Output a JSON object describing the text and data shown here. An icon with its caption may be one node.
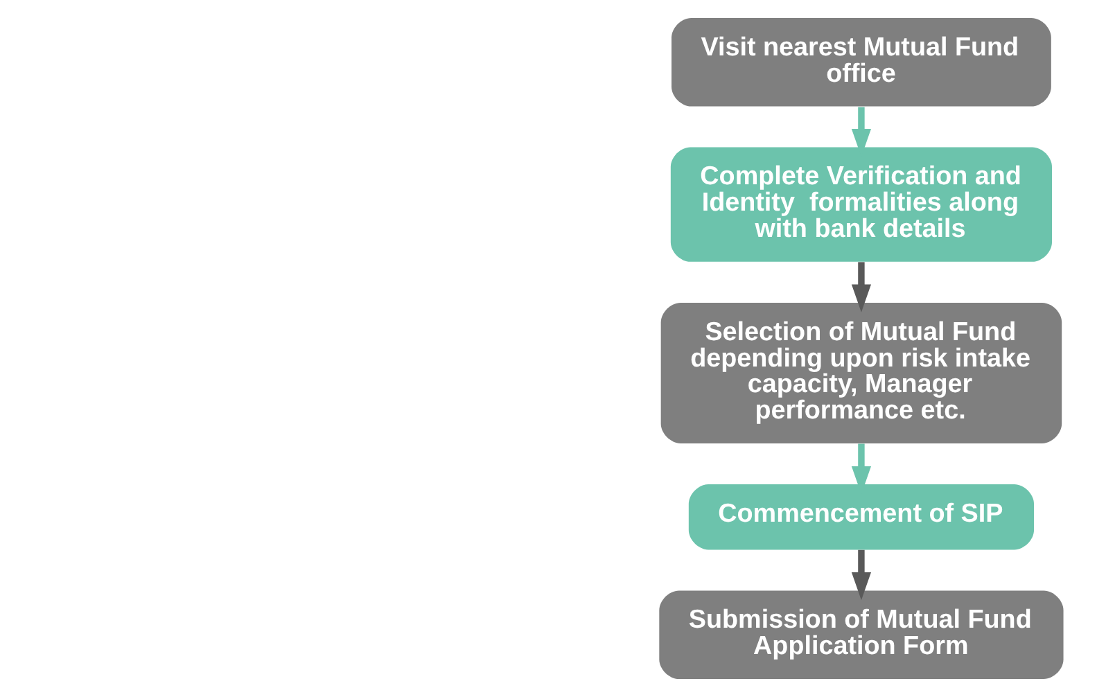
{
  "diagram": {
    "nodes": [
      {
        "text": [
          "Visit nearest Mutual Fund office"
        ]
      },
      {
        "text": [
          "Complete Verification and Identity  formalities along with bank details"
        ]
      },
      {
        "text": [
          "Selection of Mutual Fund depending upon risk intake capacity, Manager performance etc."
        ]
      },
      {
        "text": [
          "Commencement of SIP"
        ]
      },
      {
        "text": [
          "Submission of Mutual Fund Application Form"
        ]
      }
    ],
    "edges": [
      {
        "from": 0,
        "to": 1,
        "arrow": "to",
        "color": "#6cc3ac"
      },
      {
        "from": 1,
        "to": 2,
        "arrow": "to",
        "color": "#595959"
      },
      {
        "from": 2,
        "to": 3,
        "arrow": "to",
        "color": "#6cc3ac"
      },
      {
        "from": 3,
        "to": 4,
        "arrow": "to",
        "color": "#595959"
      }
    ]
  }
}
